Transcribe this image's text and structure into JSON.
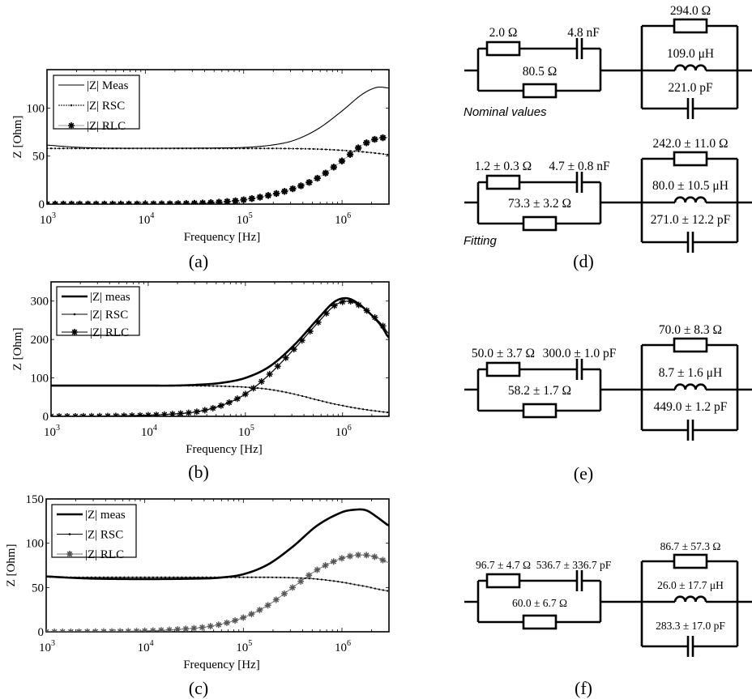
{
  "chart_data": [
    {
      "id": "a",
      "type": "line",
      "caption": "(a)",
      "title": "",
      "xlabel": "Frequency [Hz]",
      "ylabel": "Z [Ohm]",
      "xscale": "log",
      "xlim": [
        1000,
        3000000
      ],
      "ylim": [
        0,
        140
      ],
      "xticks": [
        {
          "base": "10",
          "exp": "3"
        },
        {
          "base": "10",
          "exp": "4"
        },
        {
          "base": "10",
          "exp": "5"
        },
        {
          "base": "10",
          "exp": "6"
        }
      ],
      "yticks": [
        "0",
        "50",
        "100"
      ],
      "ytick_values": [
        0,
        50,
        100
      ],
      "legend_position": "top-left",
      "log10_x": [
        3.0,
        3.25,
        3.5,
        3.75,
        4.0,
        4.25,
        4.5,
        4.75,
        5.0,
        5.25,
        5.5,
        5.75,
        6.0,
        6.2,
        6.35,
        6.47
      ],
      "series": [
        {
          "name": "|Z| Meas",
          "style": "thin-solid",
          "values": [
            61.5,
            59.5,
            58.5,
            58.2,
            58.2,
            58.2,
            58.3,
            58.5,
            59.0,
            61.0,
            66.0,
            78.0,
            97.0,
            114.0,
            121.5,
            121.0
          ]
        },
        {
          "name": "|Z| RSC",
          "style": "dotted-small-marker",
          "values": [
            58.0,
            58.0,
            58.0,
            58.0,
            58.0,
            58.0,
            58.0,
            58.0,
            58.0,
            58.0,
            57.8,
            57.3,
            56.0,
            54.5,
            53.0,
            51.5
          ]
        },
        {
          "name": "|Z| RLC",
          "style": "star-marker",
          "values": [
            0.0,
            0.0,
            0.0,
            0.0,
            0.1,
            0.3,
            0.8,
            2.0,
            4.5,
            9.0,
            16.0,
            27.0,
            45.0,
            61.0,
            68.0,
            69.5
          ]
        }
      ]
    },
    {
      "id": "b",
      "type": "line",
      "caption": "(b)",
      "title": "",
      "xlabel": "Frequency [Hz]",
      "ylabel": "Z [Ohm]",
      "xscale": "log",
      "xlim": [
        1000,
        3000000
      ],
      "ylim": [
        0,
        350
      ],
      "xticks": [
        {
          "base": "10",
          "exp": "3"
        },
        {
          "base": "10",
          "exp": "4"
        },
        {
          "base": "10",
          "exp": "5"
        },
        {
          "base": "10",
          "exp": "6"
        }
      ],
      "yticks": [
        "0",
        "100",
        "200",
        "300"
      ],
      "ytick_values": [
        0,
        100,
        200,
        300
      ],
      "legend_position": "top-left",
      "log10_x": [
        3.0,
        3.5,
        4.0,
        4.25,
        4.5,
        4.75,
        5.0,
        5.25,
        5.5,
        5.75,
        5.9,
        6.0,
        6.1,
        6.25,
        6.4,
        6.47
      ],
      "series": [
        {
          "name": "|Z| meas",
          "style": "thick-solid",
          "values": [
            80,
            80,
            80,
            80,
            82,
            87,
            100,
            130,
            185,
            255,
            295,
            307,
            303,
            275,
            235,
            205
          ]
        },
        {
          "name": "|Z| RSC",
          "style": "thin-small-marker",
          "values": [
            80,
            80,
            80,
            80,
            79.5,
            78.5,
            76,
            70,
            58,
            42,
            33,
            28,
            23,
            17,
            12,
            10
          ]
        },
        {
          "name": "|Z| RLC",
          "style": "star-marker",
          "values": [
            0,
            0.5,
            3,
            6,
            12,
            28,
            58,
            110,
            175,
            245,
            285,
            298,
            298,
            275,
            240,
            215
          ]
        }
      ]
    },
    {
      "id": "c",
      "type": "line",
      "caption": "(c)",
      "title": "",
      "xlabel": "Frequency [Hz]",
      "ylabel": "Z [Ohm]",
      "xscale": "log",
      "xlim": [
        1000,
        3000000
      ],
      "ylim": [
        0,
        150
      ],
      "xticks": [
        {
          "base": "10",
          "exp": "3"
        },
        {
          "base": "10",
          "exp": "4"
        },
        {
          "base": "10",
          "exp": "5"
        },
        {
          "base": "10",
          "exp": "6"
        }
      ],
      "yticks": [
        "0",
        "50",
        "100",
        "150"
      ],
      "ytick_values": [
        0,
        50,
        100,
        150
      ],
      "legend_position": "top-left",
      "log10_x": [
        3.0,
        3.25,
        3.5,
        4.0,
        4.5,
        4.75,
        5.0,
        5.25,
        5.5,
        5.75,
        6.0,
        6.15,
        6.25,
        6.35,
        6.47
      ],
      "series": [
        {
          "name": "|Z| meas",
          "style": "thick-solid",
          "values": [
            62.5,
            61,
            60,
            59.5,
            60,
            61,
            65,
            76,
            96,
            120,
            135,
            138,
            137,
            130,
            120
          ]
        },
        {
          "name": "|Z| RSC",
          "style": "thin-small-marker",
          "values": [
            62,
            61.5,
            61.5,
            61.5,
            61.5,
            61.5,
            61.5,
            61.5,
            61,
            59.5,
            56,
            53,
            51,
            48.5,
            46
          ]
        },
        {
          "name": "|Z| RLC",
          "style": "gray-star-marker",
          "values": [
            0,
            0,
            0.2,
            1,
            4,
            8,
            16,
            30,
            50,
            70,
            83,
            86.5,
            86.5,
            84,
            78
          ]
        }
      ]
    }
  ],
  "circuits": [
    {
      "id": "nominal",
      "caption": "",
      "note": "Nominal values",
      "left": {
        "r_series": "2.0 Ω",
        "c_series": "4.8 nF",
        "r_parallel": "80.5 Ω"
      },
      "right": {
        "r": "294.0 Ω",
        "l": "109.0 μH",
        "c": "221.0 pF"
      }
    },
    {
      "id": "d",
      "caption": "(d)",
      "note": "Fitting",
      "left": {
        "r_series": "1.2 ± 0.3 Ω",
        "c_series": "4.7 ± 0.8 nF",
        "r_parallel": "73.3 ± 3.2 Ω"
      },
      "right": {
        "r": "242.0 ± 11.0 Ω",
        "l": "80.0 ± 10.5 μH",
        "c": "271.0 ± 12.2 pF"
      }
    },
    {
      "id": "e",
      "caption": "(e)",
      "note": "",
      "left": {
        "r_series": "50.0 ± 3.7 Ω",
        "c_series": "300.0 ± 1.0 pF",
        "r_parallel": "58.2 ± 1.7 Ω"
      },
      "right": {
        "r": "70.0 ± 8.3 Ω",
        "l": "8.7 ± 1.6 μH",
        "c": "449.0 ± 1.2 pF"
      }
    },
    {
      "id": "f",
      "caption": "(f)",
      "note": "",
      "left": {
        "r_series": "96.7 ± 4.7 Ω",
        "c_series": "536.7 ± 336.7 pF",
        "r_parallel": "60.0 ± 6.7 Ω"
      },
      "right": {
        "r": "86.7 ± 57.3 Ω",
        "l": "26.0 ± 17.7 μH",
        "c": "283.3 ± 17.0 pF"
      }
    }
  ]
}
